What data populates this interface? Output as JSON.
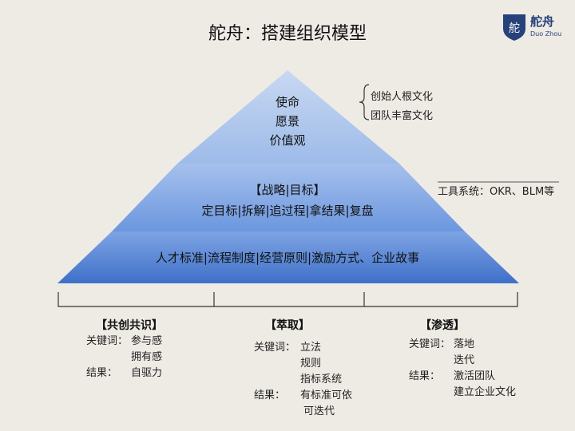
{
  "title": "舵舟：搭建组织模型",
  "logo": {
    "mark": "舵",
    "name": "舵舟",
    "latin": "Duo Zhou"
  },
  "pyramid": {
    "top": [
      "使命",
      "愿景",
      "价值观"
    ],
    "middle": [
      "【战略|目标】",
      "定目标|拆解|追过程|拿结果|复盘"
    ],
    "bottom": "人才标准|流程制度|经营原则|激励方式、企业故事"
  },
  "annotations": {
    "culture": [
      "创始人根文化",
      "团队丰富文化"
    ],
    "tools": "工具系统：OKR、BLM等"
  },
  "columns": [
    {
      "heading": "【共创共识】",
      "kw_label": "关键词：",
      "keywords": [
        "参与感",
        "拥有感"
      ],
      "res_label": "结果：",
      "results": [
        "自驱力"
      ]
    },
    {
      "heading": "【萃取】",
      "kw_label": "关键词：",
      "keywords": [
        "立法",
        "规则",
        "指标系统"
      ],
      "res_label": "结果：",
      "results": [
        "有标准可依",
        "可迭代"
      ]
    },
    {
      "heading": "【渗透】",
      "kw_label": "关键词：",
      "keywords": [
        "落地",
        "迭代"
      ],
      "res_label": "结果：",
      "results": [
        "激活团队",
        "建立企业文化"
      ]
    }
  ],
  "colors": {
    "top": "#aac4ec",
    "mid": "#7ea5e3",
    "bottom": "#4f7fd2",
    "logo": "#27427a"
  }
}
